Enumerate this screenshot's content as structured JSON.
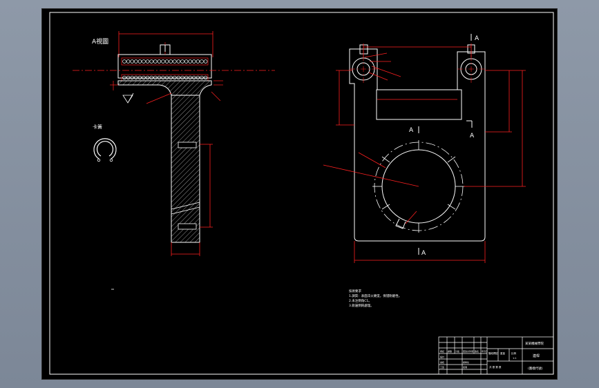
{
  "colors": {
    "viewport_background": "#8a95a4",
    "sheet_background": "#000000",
    "outline": "#ffffff",
    "dimension": "#ff2020",
    "centerline": "#ff2020",
    "hatch": "#ffffff"
  },
  "view_a": {
    "section_label": "A視圖",
    "spring_label": "卡簧"
  },
  "view_b": {
    "section_marks": [
      "A",
      "A",
      "A",
      "A"
    ]
  },
  "notes": {
    "heading": "技術要求",
    "lines": [
      "1.調質：表面淬火硬度，保證耐磨性。",
      "2.未注倒角C1。",
      "3.銳邊倒鈍處理。"
    ]
  },
  "title_block": {
    "school": "某某機械學院",
    "part_name": "連桿",
    "drawing_no": "(圖樣代號)",
    "header_labels": [
      "標記",
      "處數",
      "分區",
      "更改文件號",
      "簽名",
      "年月日"
    ],
    "row_labels": [
      "設計",
      "審核",
      "工藝",
      "標準化",
      "批准"
    ],
    "stage_labels": [
      "階段標記",
      "重量",
      "比例"
    ],
    "scale": "1:1",
    "sheet_info": "共 張 第 張"
  }
}
